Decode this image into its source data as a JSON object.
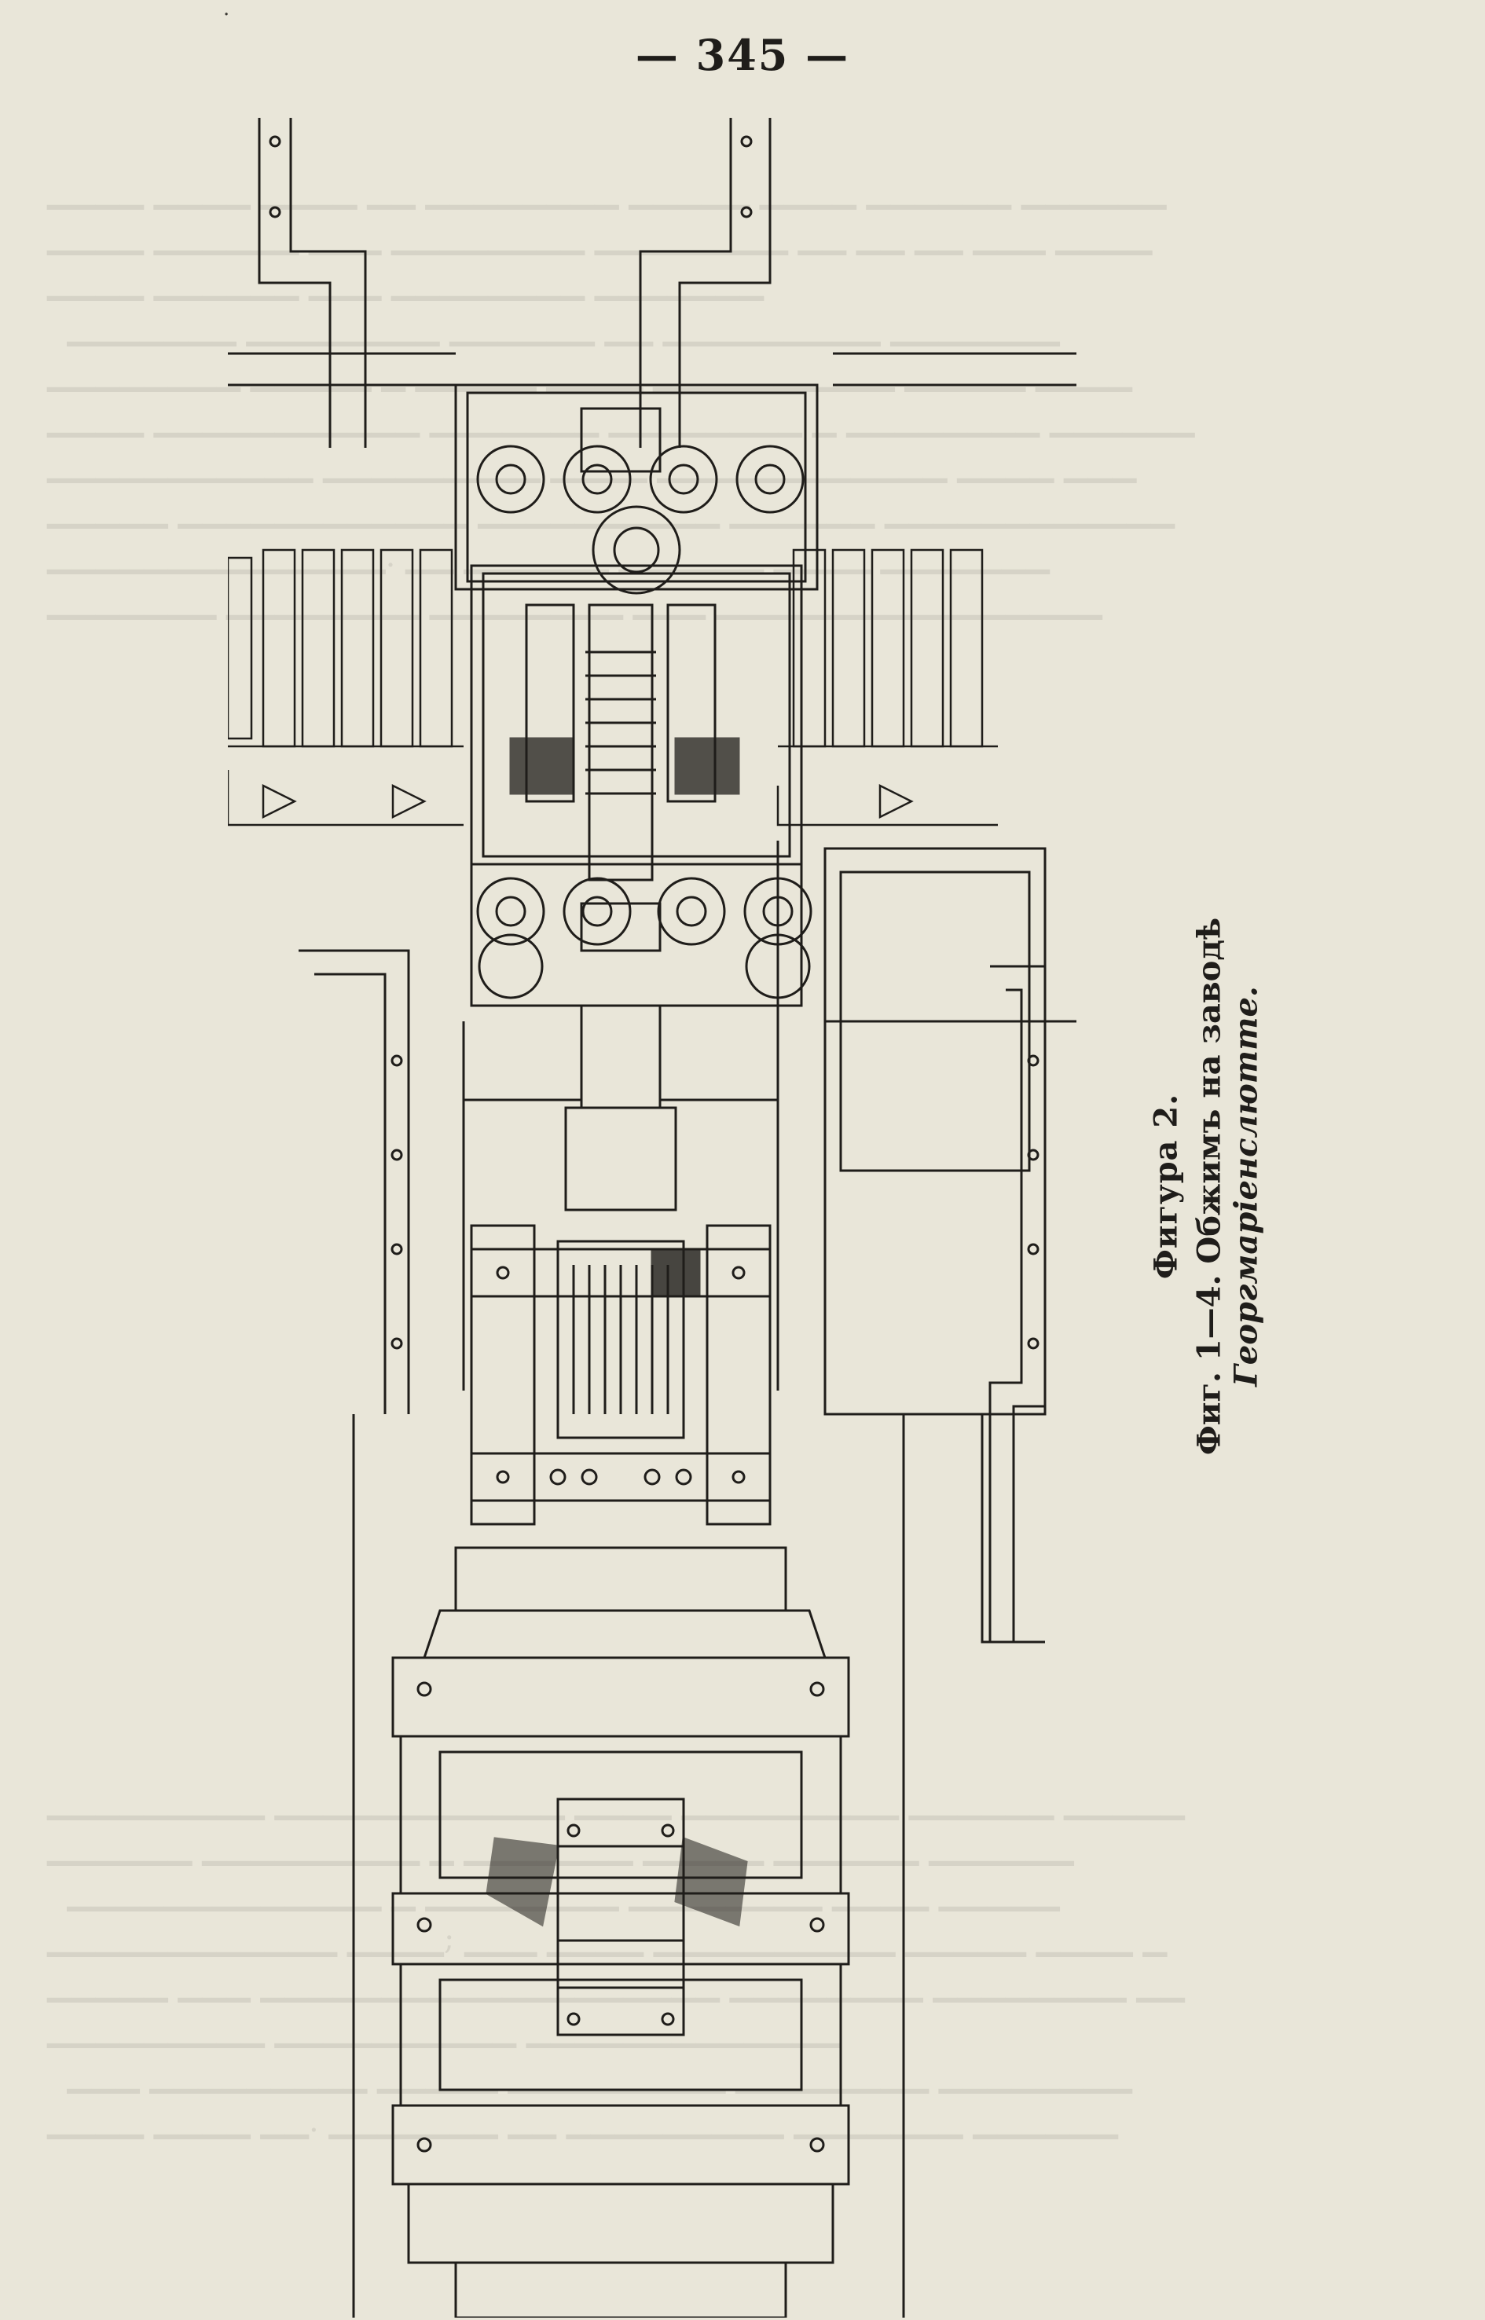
{
  "page": {
    "number": "— 345 —"
  },
  "figure": {
    "label": "Фигура 2.",
    "caption_prefix": "Фиг. 1—4. Обжимъ на заводѣ",
    "caption_place": "Георгмаріенслютте."
  },
  "colors": {
    "paper": "#e9e6d9",
    "ink": "#1f1d1a"
  }
}
